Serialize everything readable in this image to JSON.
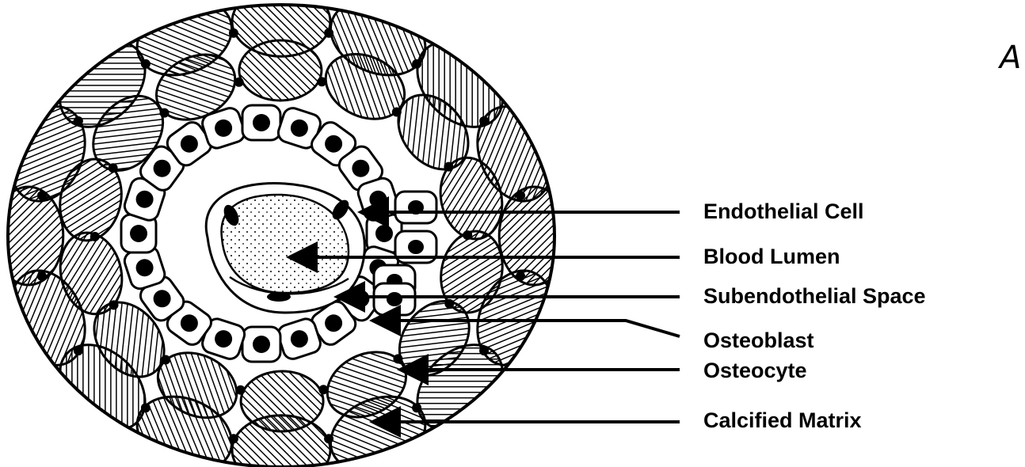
{
  "panel_letter": "A",
  "labels": {
    "endothelial_cell": "Endothelial Cell",
    "blood_lumen": "Blood Lumen",
    "subendothelial_space": "Subendothelial Space",
    "osteoblast": "Osteoblast",
    "osteocyte": "Osteocyte",
    "calcified_matrix": "Calcified Matrix"
  },
  "colors": {
    "ink": "#000000",
    "paper": "#ffffff"
  }
}
